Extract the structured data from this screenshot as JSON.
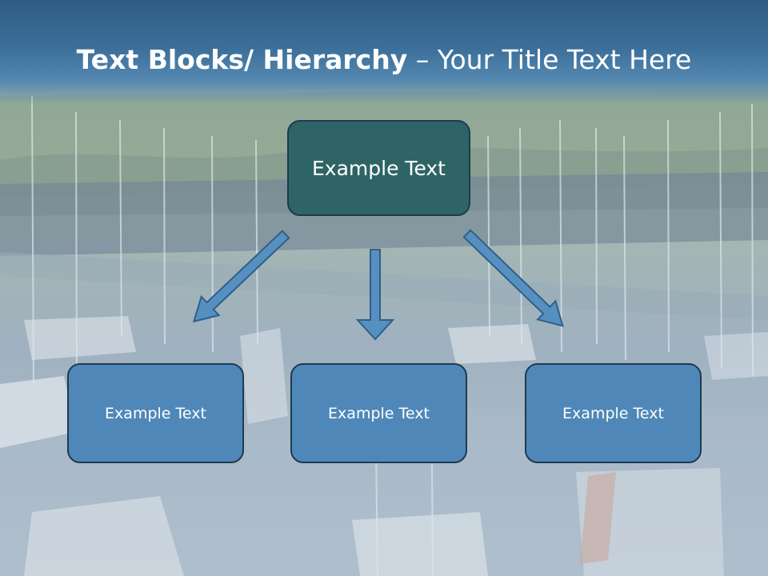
{
  "title": {
    "bold": "Text Blocks/ Hierarchy",
    "regular": " – Your Title Text Here"
  },
  "top_box": {
    "label": "Example Text"
  },
  "child_boxes": [
    {
      "label": "Example Text"
    },
    {
      "label": "Example Text"
    },
    {
      "label": "Example Text"
    }
  ],
  "colors": {
    "header": "#3b6f99",
    "top_box": "#2e6466",
    "child_box": "#4f88b8",
    "arrow": "#5590c0",
    "border": "#1d3a52"
  }
}
